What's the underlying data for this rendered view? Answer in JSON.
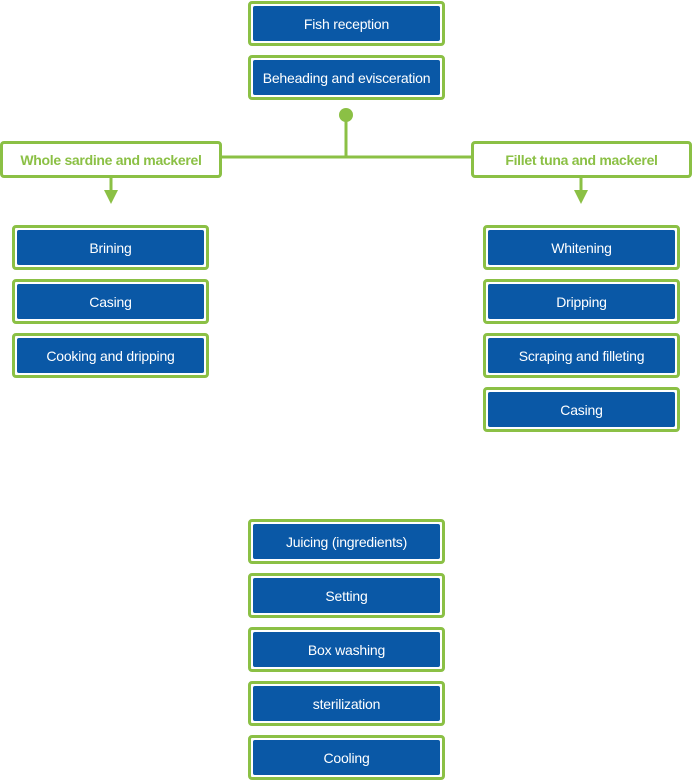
{
  "colors": {
    "step_fill": "#0a58a6",
    "accent_green": "#8bc045",
    "step_text": "#ffffff"
  },
  "top_steps": [
    {
      "label": "Fish reception"
    },
    {
      "label": "Beheading and evisceration"
    }
  ],
  "branches": {
    "left": {
      "title": "Whole sardine and mackerel",
      "steps": [
        {
          "label": "Brining"
        },
        {
          "label": "Casing"
        },
        {
          "label": "Cooking and dripping"
        }
      ]
    },
    "right": {
      "title": "Fillet tuna and mackerel",
      "steps": [
        {
          "label": "Whitening"
        },
        {
          "label": "Dripping"
        },
        {
          "label": "Scraping and filleting"
        },
        {
          "label": "Casing"
        }
      ]
    }
  },
  "final_steps": [
    {
      "label": "Juicing (ingredients)"
    },
    {
      "label": "Setting"
    },
    {
      "label": "Box washing"
    },
    {
      "label": "sterilization"
    },
    {
      "label": "Cooling"
    }
  ]
}
